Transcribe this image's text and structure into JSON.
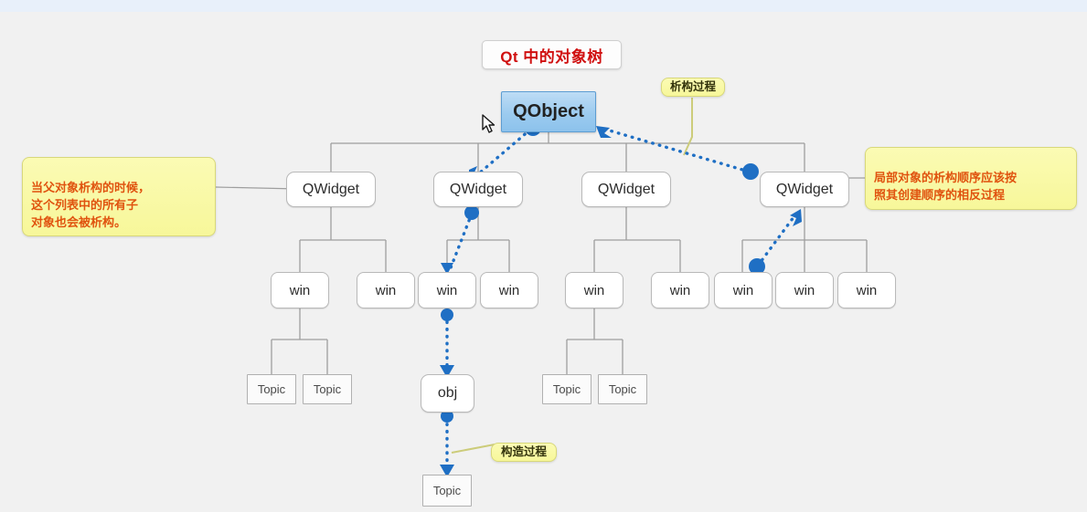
{
  "diagram": {
    "title": "Qt 中的对象树",
    "title_color": "#d01010",
    "accent_color": "#1f6fc4",
    "root": {
      "label": "QObject"
    },
    "widgets": [
      {
        "label": "QWidget"
      },
      {
        "label": "QWidget"
      },
      {
        "label": "QWidget"
      },
      {
        "label": "QWidget"
      }
    ],
    "wins": [
      {
        "label": "win"
      },
      {
        "label": "win"
      },
      {
        "label": "win"
      },
      {
        "label": "win"
      },
      {
        "label": "win"
      },
      {
        "label": "win"
      },
      {
        "label": "win"
      },
      {
        "label": "win"
      },
      {
        "label": "win"
      }
    ],
    "obj": {
      "label": "obj"
    },
    "topics": [
      {
        "label": "Topic"
      },
      {
        "label": "Topic"
      },
      {
        "label": "Topic"
      },
      {
        "label": "Topic"
      },
      {
        "label": "Topic"
      }
    ],
    "notes": {
      "left": "当父对象析构的时候，\n这个列表中的所有子\n对象也会被析构。",
      "right": "局部对象的析构顺序应该按\n照其创建顺序的相反过程",
      "destruct": "析构过程",
      "construct": "构造过程"
    }
  }
}
